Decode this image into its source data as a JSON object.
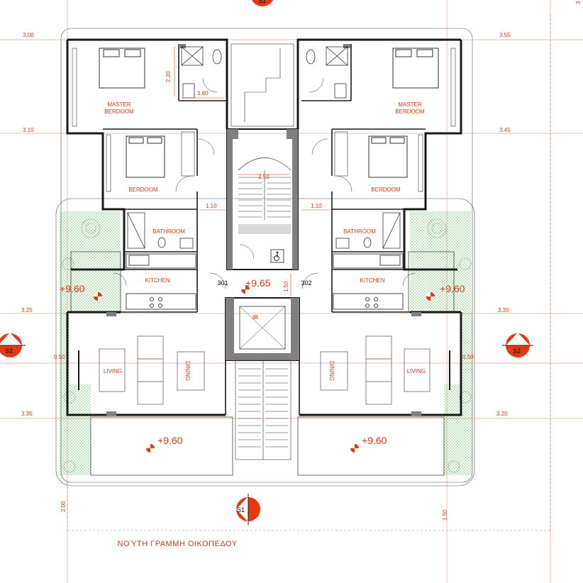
{
  "colors": {
    "wall": "#1a1a1a",
    "accent": "#e8380d",
    "gridline": "#f2a48c",
    "garden": "#4caf50",
    "wall_fill": "#808080"
  },
  "rooms": {
    "master_left": "MASTER",
    "master_left_2": "BERDOOM",
    "master_right": "MASTER",
    "master_right_2": "BERDOOM",
    "bed_left": "BERDOOM",
    "bed_right": "BERDOOM",
    "bath_left": "BATHROOM",
    "bath_right": "BATHROOM",
    "kitchen_left": "KITCHEN",
    "kitchen_right": "KITCHEN",
    "living_left": "LIVING",
    "living_right": "LIVING",
    "dining_left": "DINING",
    "dining_right": "DINING",
    "lift": "lift"
  },
  "units": {
    "left": "301",
    "right": "302"
  },
  "levels": {
    "left_terrace": "+9.60",
    "right_terrace": "+9.60",
    "lobby": "+9.65",
    "bottom_left": "+9.60",
    "bottom_right": "+9.60"
  },
  "dimensions": {
    "d1_left": "3.00",
    "d1_right": "3.55",
    "d2_left": "3.10",
    "d2_right": "3.45",
    "d3_left": "3.25",
    "d3_right": "3.30",
    "d4_left": "0.50",
    "d4_right": "0.50",
    "d5_left": "3.35",
    "d5_right": "3.20",
    "bottom_left": "2.00",
    "bottom_right": "1.50",
    "wc_height": "2.20",
    "wc_width": "1.80",
    "stair_width": "2.50",
    "corridor_left": "1.10",
    "corridor_right": "1.10",
    "lobby_depth": "1.50",
    "top_right": "3"
  },
  "sections": {
    "top": "S1",
    "bottom": "S1",
    "left": "S2",
    "right": "S2"
  },
  "caption": "ΝΟΎΤΗ ΓΡΑΜΜΗ  ΟΙΚΟΠΕΔΟΥ",
  "icons": {
    "accessibility": "wheelchair-icon"
  }
}
